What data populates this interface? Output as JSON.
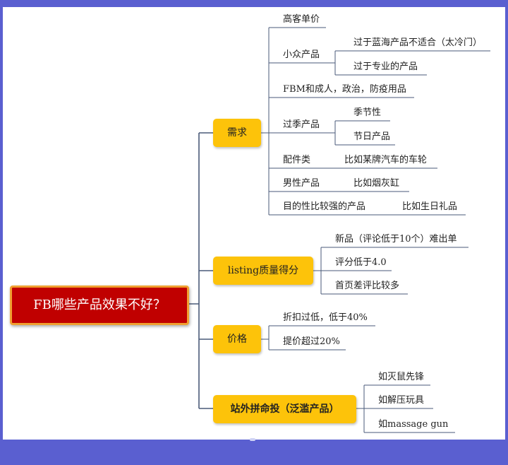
{
  "root": {
    "label": "FB哪些产品效果不好？"
  },
  "branches": {
    "demand": {
      "label": "需求",
      "items": [
        {
          "label": "高客单价"
        },
        {
          "label": "小众产品",
          "children": [
            "过于蓝海产品不适合（太冷门）",
            "过于专业的产品"
          ]
        },
        {
          "label": "FBM和成人，政治，防疫用品"
        },
        {
          "label": "过季产品",
          "children": [
            "季节性",
            "节日产品"
          ]
        },
        {
          "label": "配件类",
          "children": [
            "比如某牌汽车的车轮"
          ]
        },
        {
          "label": "男性产品",
          "children": [
            "比如烟灰缸"
          ]
        },
        {
          "label": "目的性比较强的产品",
          "children": [
            "比如生日礼品"
          ]
        }
      ]
    },
    "listing": {
      "label": "listing质量得分",
      "items": [
        "新品（评论低于10个）难出单",
        "评分低于4.0",
        "首页差评比较多"
      ]
    },
    "price": {
      "label": "价格",
      "items": [
        "折扣过低，低于40%",
        "提价超过20%"
      ]
    },
    "offsite": {
      "label": "站外拼命投（泛滥产品）",
      "items": [
        "如灭鼠先锋",
        "如解压玩具",
        "如massage gun"
      ]
    }
  },
  "colors": {
    "root_fill": "#c00000",
    "root_border": "#f0a030",
    "branch_fill": "#fdc30a",
    "line": "#4a5a78",
    "frame": "#5a5fd0"
  }
}
